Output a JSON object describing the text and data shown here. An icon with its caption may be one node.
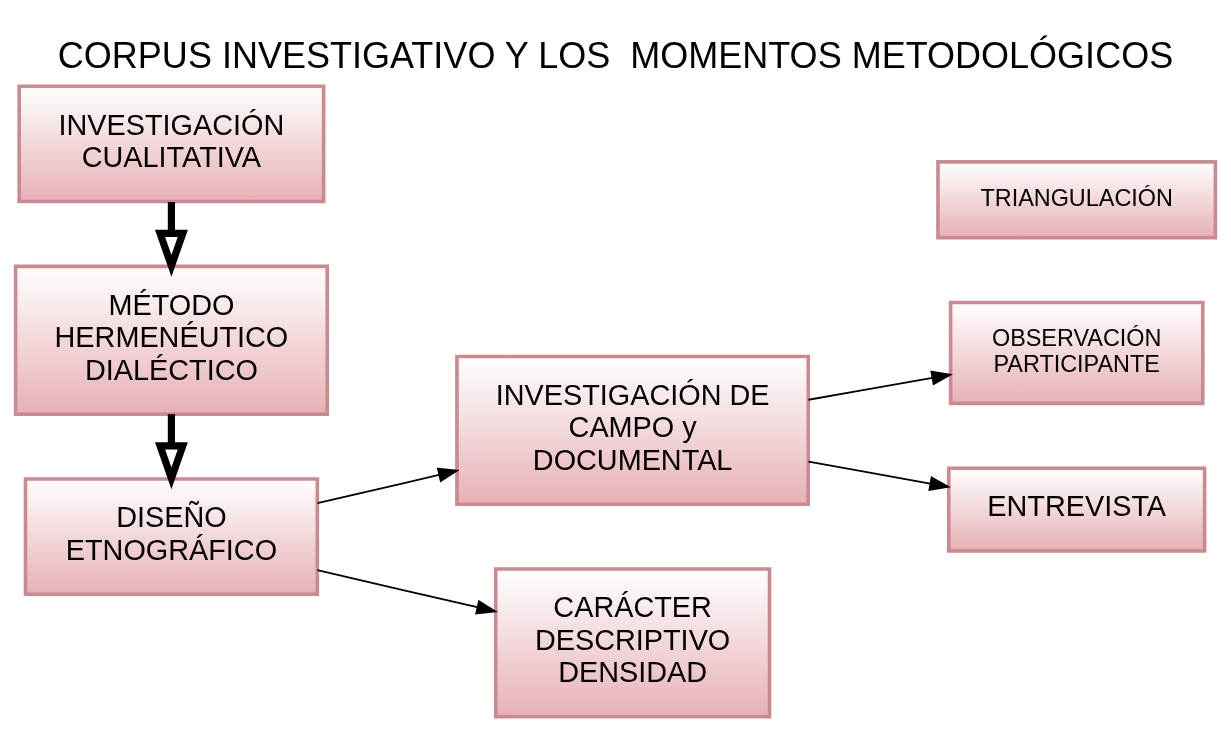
{
  "diagram": {
    "title": "CORPUS INVESTIGATIVO Y LOS  MOMENTOS METODOLÓGICOS",
    "nodes": [
      {
        "text": [
          "INVESTIGACIÓN CUALITATIVA"
        ]
      },
      {
        "text": [
          "MÉTODO HERMENÉUTICO DIALÉCTICO"
        ]
      },
      {
        "text": [
          "DISEÑO ETNOGRÁFICO"
        ]
      },
      {
        "text": [
          "INVESTIGACIÓN DE CAMPO y DOCUMENTAL"
        ]
      },
      {
        "text": [
          "OBSERVACIÓN PARTICIPANTE"
        ]
      },
      {
        "text": [
          "ENTREVISTA"
        ]
      },
      {
        "text": [
          "CARÁCTER DESCRIPTIVO DENSIDAD"
        ]
      },
      {
        "text": [
          "TRIANGULACIÓN"
        ]
      }
    ],
    "edges": [
      {
        "from": 0,
        "to": 1,
        "arrow": "to",
        "style": "thick"
      },
      {
        "from": 1,
        "to": 2,
        "arrow": "to",
        "style": "thick"
      },
      {
        "from": 2,
        "to": 3,
        "arrow": "to"
      },
      {
        "from": 2,
        "to": 6,
        "arrow": "to"
      },
      {
        "from": 3,
        "to": 4,
        "arrow": "to"
      },
      {
        "from": 3,
        "to": 5,
        "arrow": "to"
      }
    ]
  }
}
